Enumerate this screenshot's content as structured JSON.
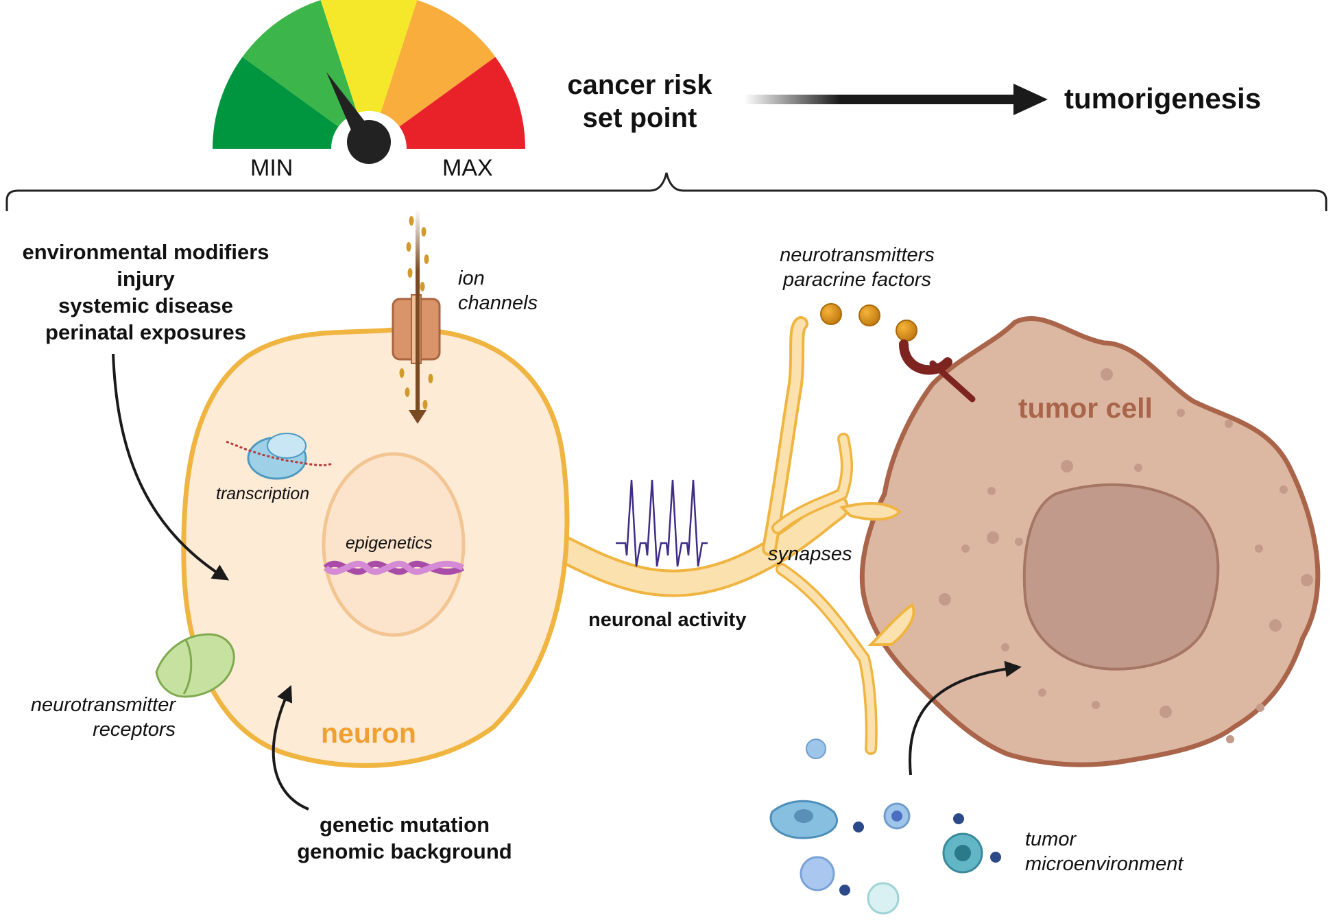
{
  "gauge": {
    "min_label": "MIN",
    "max_label": "MAX",
    "segments": [
      "#00963f",
      "#3cb54a",
      "#f5e82a",
      "#f8ad3c",
      "#e9222a"
    ],
    "needle_color": "#222222"
  },
  "header": {
    "setpoint_line1": "cancer risk",
    "setpoint_line2": "set point",
    "outcome": "tumorigenesis"
  },
  "modifiers": {
    "lines": [
      "environmental modifiers",
      "injury",
      "systemic disease",
      "perinatal exposures"
    ]
  },
  "genetics": {
    "lines": [
      "genetic mutation",
      "genomic background"
    ]
  },
  "neuron": {
    "title": "neuron",
    "color": "#f0b440",
    "ion_channels": [
      "ion",
      "channels"
    ],
    "transcription": "transcription",
    "epigenetics": "epigenetics",
    "receptors": [
      "neurotransmitter",
      "receptors"
    ]
  },
  "axon": {
    "activity_label": "neuronal activity",
    "synapses_label": "synapses",
    "secreted": [
      "neurotransmitters",
      "paracrine factors"
    ]
  },
  "tumor": {
    "title": "tumor cell",
    "color": "#a9644a",
    "microenvironment": [
      "tumor",
      "microenvironment"
    ]
  }
}
